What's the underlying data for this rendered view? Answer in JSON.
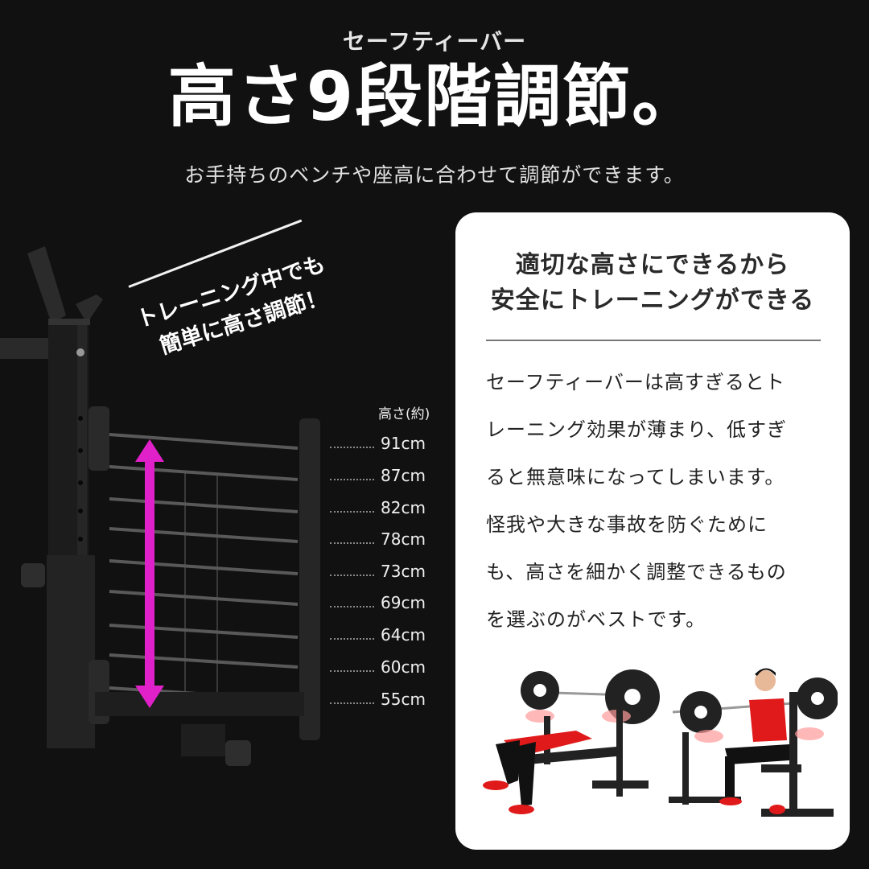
{
  "header": {
    "eyebrow": "セーフティーバー",
    "headline": "高さ9段階調節。",
    "subline": "お手持ちのベンチや座高に合わせて調節ができます。"
  },
  "callout": {
    "line1": "トレーニング中でも",
    "line2": "簡単に高さ調節！"
  },
  "heights": {
    "label": "高さ(約)",
    "values": [
      "91cm",
      "87cm",
      "82cm",
      "78cm",
      "73cm",
      "69cm",
      "64cm",
      "60cm",
      "55cm"
    ]
  },
  "card": {
    "title_line1": "適切な高さにできるから",
    "title_line2": "安全にトレーニングができる",
    "body": [
      "セーフティーバーは高すぎるとト",
      "レーニング効果が薄まり、低すぎ",
      "ると無意味になってしまいます。",
      "怪我や大きな事故を防ぐために",
      "も、高さを細かく調整できるもの",
      "を選ぶのがベストです。"
    ],
    "images": [
      {
        "icon": "bench-press-photo",
        "alt": "ベンチプレス"
      },
      {
        "icon": "seated-press-photo",
        "alt": "シーテッドプレス"
      }
    ]
  },
  "colors": {
    "background": "#111111",
    "card": "#ffffff",
    "arrow": "#e020c8",
    "highlight": "#ff3b3b"
  }
}
